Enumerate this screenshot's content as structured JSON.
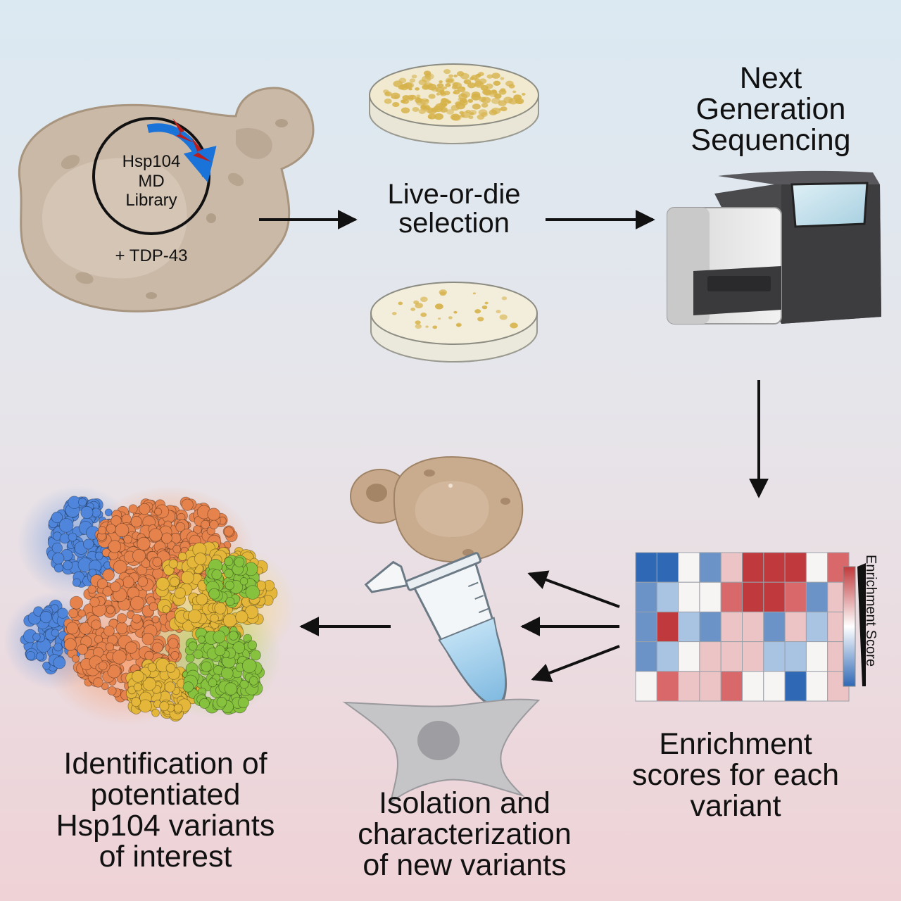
{
  "steps": {
    "library": {
      "lines": [
        "Hsp104",
        "MD",
        "Library"
      ],
      "coexpressed": "+ TDP-43"
    },
    "selection": {
      "lines": [
        "Live-or-die",
        "selection"
      ]
    },
    "sequencing": {
      "lines": [
        "Next",
        "Generation",
        "Sequencing"
      ]
    },
    "enrichment": {
      "lines": [
        "Enrichment",
        "scores for each",
        "variant"
      ],
      "scale_label": "Enrichment Score"
    },
    "isolation": {
      "lines": [
        "Isolation and",
        "characterization",
        "of new variants"
      ]
    },
    "identification": {
      "lines": [
        "Identification of",
        "potentiated",
        "Hsp104 variants",
        "of interest"
      ]
    }
  },
  "heatmap": {
    "colors": {
      "deep_red": "#c0393c",
      "red": "#d9686a",
      "light_red": "#edc4c6",
      "white": "#f7f4f4",
      "light_blue": "#a9c4e3",
      "blue": "#6b93c7",
      "deep_blue": "#2f68b5"
    },
    "cells": [
      [
        "deep_blue",
        "deep_blue",
        "white",
        "blue",
        "light_red",
        "deep_red",
        "deep_red",
        "deep_red",
        "white",
        "red"
      ],
      [
        "blue",
        "light_blue",
        "white",
        "white",
        "red",
        "deep_red",
        "deep_red",
        "red",
        "blue",
        "light_red"
      ],
      [
        "blue",
        "deep_red",
        "light_blue",
        "blue",
        "light_red",
        "light_red",
        "blue",
        "light_red",
        "light_blue",
        "light_red"
      ],
      [
        "blue",
        "light_blue",
        "white",
        "light_red",
        "light_red",
        "light_red",
        "light_blue",
        "light_blue",
        "white",
        "light_red"
      ],
      [
        "white",
        "red",
        "light_red",
        "light_red",
        "red",
        "white",
        "white",
        "deep_blue",
        "white",
        "light_red"
      ]
    ]
  },
  "icons": {
    "yeast": "yeast-cell-icon",
    "plasmid": "plasmid-icon",
    "mutation": "lightning-bolt-icon",
    "petri": "petri-dish-icon",
    "sequencer": "sequencer-machine-icon",
    "tube": "microcentrifuge-tube-icon",
    "cell": "mammalian-cell-icon",
    "protein": "protein-structure-icon"
  },
  "palette": {
    "yeast_fill": "#cbb9a8",
    "petri_agar": "#f1ead0",
    "colony": "#d6b24a",
    "arrow": "#1a73d9",
    "bolt": "#b81d1d",
    "protein_blue": "#4f86dc",
    "protein_orange": "#e6824c",
    "protein_yellow": "#e4b73a",
    "protein_green": "#86c23e"
  }
}
